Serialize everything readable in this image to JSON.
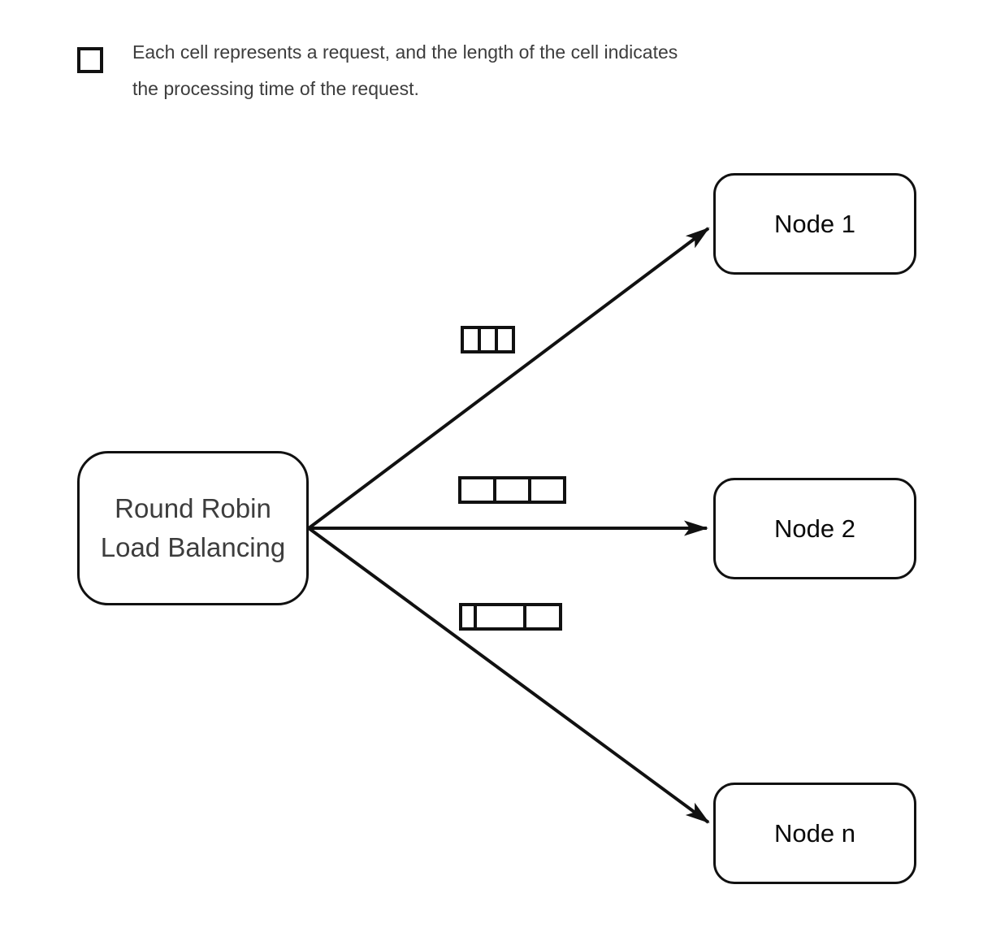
{
  "legend": {
    "line1": "Each cell represents a request, and the length of the cell indicates",
    "line2": "the processing time of the request."
  },
  "source": {
    "label_lines": [
      "Round Robin",
      "Load Balancing"
    ]
  },
  "nodes": [
    {
      "label": "Node 1"
    },
    {
      "label": "Node 2"
    },
    {
      "label": "Node n"
    }
  ],
  "request_strips": [
    {
      "target": "Node 1",
      "cell_widths": [
        17,
        17,
        17
      ]
    },
    {
      "target": "Node 2",
      "cell_widths": [
        39,
        39,
        39
      ]
    },
    {
      "target": "Node n",
      "cell_widths": [
        14,
        57,
        40
      ]
    }
  ],
  "colors": {
    "line": "#111111",
    "box_border": "#111111",
    "source_text": "#3d3d3d",
    "node_text": "#0a0a0a",
    "legend_text": "#3d3d3d",
    "background": "#ffffff"
  }
}
